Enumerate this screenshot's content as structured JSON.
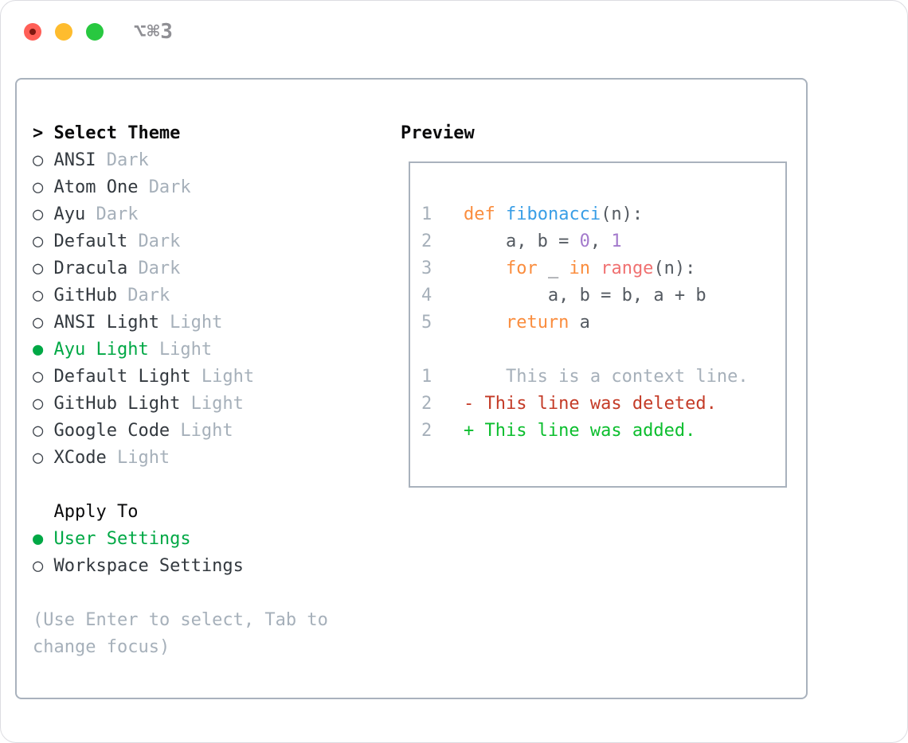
{
  "window": {
    "shortcut": "⌥⌘3"
  },
  "colors": {
    "selection_green": "#00a845",
    "diff_added_green": "#0cbe2e",
    "diff_deleted_red": "#c43b27",
    "keyword_orange": "#fa8d3e",
    "function_blue": "#399ee6",
    "builtin_coral": "#f07171",
    "constant_purple": "#a37acc",
    "muted_gray": "#a6b0ba",
    "border_gray": "#a9b2bd",
    "traffic_red": "#ff5f57",
    "traffic_yellow": "#febc2e",
    "traffic_green": "#28c840"
  },
  "theme_panel": {
    "title_prefix": ">",
    "title": "Select Theme",
    "marker_unselected": "○",
    "marker_selected": "●",
    "themes": [
      {
        "marker": "○",
        "name": "ANSI",
        "tag": "Dark",
        "selected": false
      },
      {
        "marker": "○",
        "name": "Atom One",
        "tag": "Dark",
        "selected": false
      },
      {
        "marker": "○",
        "name": "Ayu",
        "tag": "Dark",
        "selected": false
      },
      {
        "marker": "○",
        "name": "Default",
        "tag": "Dark",
        "selected": false
      },
      {
        "marker": "○",
        "name": "Dracula",
        "tag": "Dark",
        "selected": false
      },
      {
        "marker": "○",
        "name": "GitHub",
        "tag": "Dark",
        "selected": false
      },
      {
        "marker": "○",
        "name": "ANSI Light",
        "tag": "Light",
        "selected": false
      },
      {
        "marker": "●",
        "name": "Ayu Light",
        "tag": "Light",
        "selected": true
      },
      {
        "marker": "○",
        "name": "Default Light",
        "tag": "Light",
        "selected": false
      },
      {
        "marker": "○",
        "name": "GitHub Light",
        "tag": "Light",
        "selected": false
      },
      {
        "marker": "○",
        "name": "Google Code",
        "tag": "Light",
        "selected": false
      },
      {
        "marker": "○",
        "name": "XCode",
        "tag": "Light",
        "selected": false
      }
    ],
    "apply_to": {
      "title": "Apply To",
      "options": [
        {
          "marker": "●",
          "label": "User Settings",
          "selected": true
        },
        {
          "marker": "○",
          "label": "Workspace Settings",
          "selected": false
        }
      ]
    },
    "hint_line1": "(Use Enter to select, Tab to",
    "hint_line2": "change focus)"
  },
  "preview": {
    "title": "Preview",
    "code_lines": {
      "l1": {
        "num": "1",
        "kw": "def",
        "sp": " ",
        "fn": "fibonacci",
        "pl": "(n):"
      },
      "l2": {
        "num": "2",
        "pl1": "    a, b = ",
        "c1": "0",
        "pl2": ", ",
        "c2": "1"
      },
      "l3": {
        "num": "3",
        "pl1": "    ",
        "kw1": "for",
        "pl2": " _ ",
        "kw2": "in",
        "pl3": " ",
        "rg": "range",
        "pl4": "(n):"
      },
      "l4": {
        "num": "4",
        "pl1": "        a, b = b, a + b"
      },
      "l5": {
        "num": "5",
        "pl1": "    ",
        "kw": "return",
        "pl2": " a"
      }
    },
    "diff_lines": {
      "d1": {
        "num": "1",
        "text": "    This is a context line."
      },
      "d2": {
        "num": "2",
        "text": "- This line was deleted."
      },
      "d3": {
        "num": "2",
        "text": "+ This line was added."
      }
    }
  }
}
